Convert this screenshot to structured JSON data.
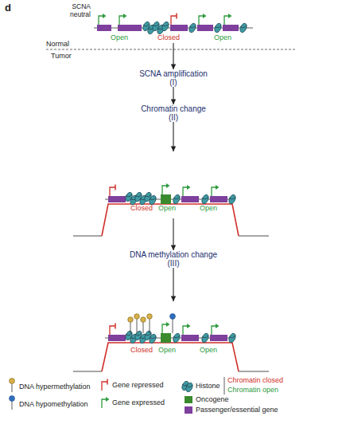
{
  "diagram": {
    "nodes": [
      {
        "text": [
          "SCNA neutral",
          "Open",
          "Closed",
          "Open"
        ]
      },
      {
        "text": [
          "SCNA amplification (I)"
        ]
      },
      {
        "text": [
          "Chromatin change (II)"
        ]
      },
      {
        "text": [
          "Closed",
          "Open",
          "Open"
        ]
      },
      {
        "text": [
          "DNA methylation change (III)"
        ]
      },
      {
        "text": [
          "Closed",
          "Open",
          "Open"
        ]
      }
    ],
    "edges": [
      {
        "from": 0,
        "to": 1,
        "arrow": "to"
      },
      {
        "from": 1,
        "to": 2,
        "arrow": "to"
      },
      {
        "from": 2,
        "to": 3,
        "arrow": "to"
      },
      {
        "from": 3,
        "to": 4,
        "arrow": "to"
      },
      {
        "from": 4,
        "to": 5,
        "arrow": "to"
      }
    ],
    "labels": [
      "d",
      "Normal",
      "Tumor"
    ],
    "legend": [
      {
        "text": "DNA hypermethylation"
      },
      {
        "text": "DNA hypomethylation"
      },
      {
        "text": "Gene repressed"
      },
      {
        "text": "Gene expressed"
      },
      {
        "text": "Histone"
      },
      {
        "text": "Chromatin closed"
      },
      {
        "text": "Chromatin open"
      },
      {
        "text": "Oncogene",
        "color": "#3a8a2e"
      },
      {
        "text": "Passenger/essential gene",
        "color": "#7e3f9d"
      }
    ]
  }
}
